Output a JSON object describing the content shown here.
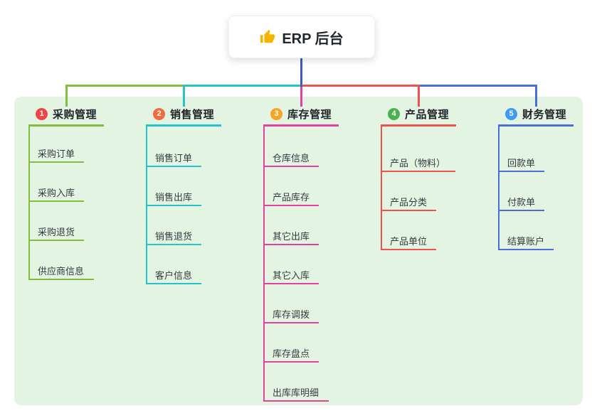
{
  "root": {
    "title": "ERP 后台",
    "icon": "thumbs-up-icon"
  },
  "colors": {
    "panel_bg": "#e3f5e2",
    "root_line": "#4457c9",
    "canvas_bg": "#ffffff",
    "root_icon": "#f4b400"
  },
  "branches": [
    {
      "index": "1",
      "label": "采购管理",
      "badge_color": "#ee4545",
      "line_color": "#7fbf3f",
      "children": [
        "采购订单",
        "采购入库",
        "采购退货",
        "供应商信息"
      ]
    },
    {
      "index": "2",
      "label": "销售管理",
      "badge_color": "#f26a3d",
      "line_color": "#25c4cd",
      "children": [
        "销售订单",
        "销售出库",
        "销售退货",
        "客户信息"
      ]
    },
    {
      "index": "3",
      "label": "库存管理",
      "badge_color": "#f6a623",
      "line_color": "#e2419f",
      "children": [
        "仓库信息",
        "产品库存",
        "其它出库",
        "其它入库",
        "库存调拨",
        "库存盘点",
        "出库库明细"
      ]
    },
    {
      "index": "4",
      "label": "产品管理",
      "badge_color": "#4cb050",
      "line_color": "#ef5350",
      "children": [
        "产品（物料）",
        "产品分类",
        "产品单位"
      ]
    },
    {
      "index": "5",
      "label": "财务管理",
      "badge_color": "#3c9bf4",
      "line_color": "#4a6fd8",
      "children": [
        "回款单",
        "付款单",
        "结算账户"
      ]
    }
  ]
}
